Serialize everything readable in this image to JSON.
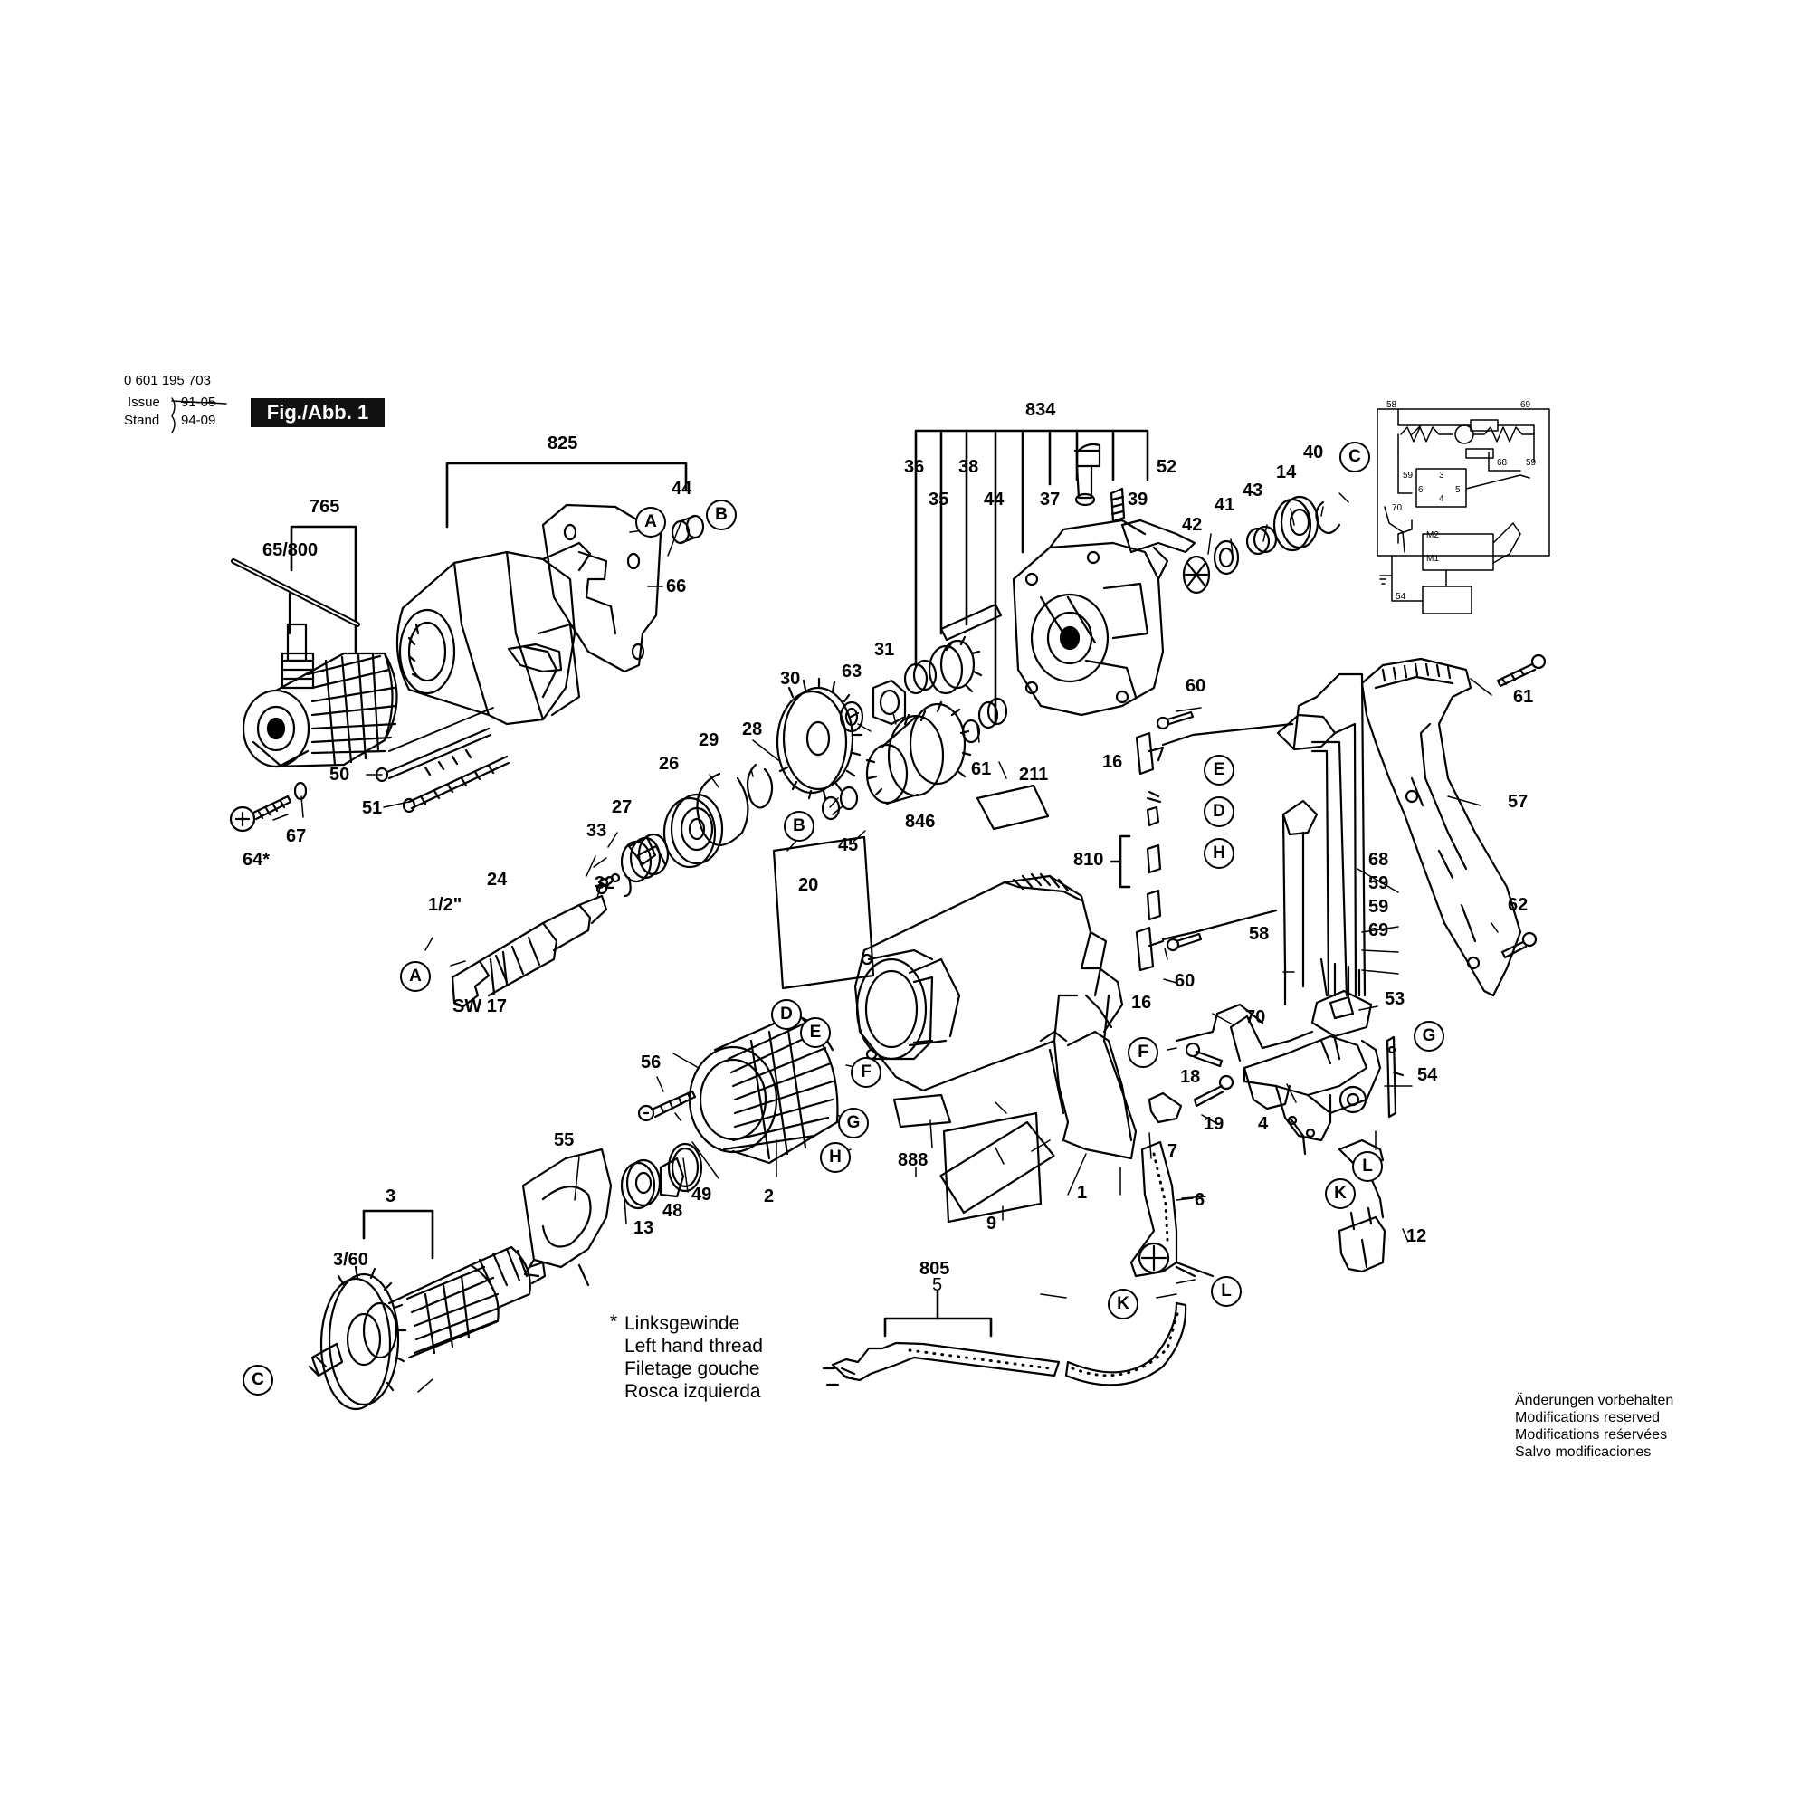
{
  "header": {
    "part_number": "0 601 195 703",
    "issue_label": "Issue",
    "issue_date": "91-05",
    "stand_label": "Stand",
    "stand_date": "94-09",
    "figure_label": "Fig./Abb. 1"
  },
  "labels": {
    "825": "825",
    "44a": "44",
    "765": "765",
    "65_800": "65/800",
    "66": "66",
    "50": "50",
    "51": "51",
    "64": "64*",
    "67": "67",
    "834": "834",
    "36": "36",
    "38": "38",
    "35": "35",
    "44b": "44",
    "37": "37",
    "39": "39",
    "52": "52",
    "42": "42",
    "41": "41",
    "43": "43",
    "14": "14",
    "40": "40",
    "63": "63",
    "31": "31",
    "30": "30",
    "29": "29",
    "28": "28",
    "26": "26",
    "27": "27",
    "33": "33",
    "61a": "61",
    "846": "846",
    "45": "45",
    "24": "24",
    "half": "1/2\"",
    "32": "32",
    "sw17": "SW 17",
    "211": "211",
    "20": "20",
    "60a": "60",
    "16a": "16",
    "810": "810",
    "68": "68",
    "59a": "59",
    "59b": "59",
    "69": "69",
    "58": "58",
    "16b": "16",
    "60b": "60",
    "61b": "61",
    "57": "57",
    "62": "62",
    "53": "53",
    "70": "70",
    "18": "18",
    "19": "19",
    "4": "4",
    "7": "7",
    "54": "54",
    "12": "12",
    "56": "56",
    "55": "55",
    "13": "13",
    "48": "48",
    "49": "49",
    "2": "2",
    "888": "888",
    "9": "9",
    "1": "1",
    "6": "6",
    "3": "3",
    "3_60": "3/60",
    "805": "805",
    "5": "5"
  },
  "callouts": {
    "A1": "A",
    "B1": "B",
    "C1": "C",
    "B2": "B",
    "A2": "A",
    "E1": "E",
    "D1": "D",
    "H1": "H",
    "D2": "D",
    "E2": "E",
    "F1": "F",
    "G1": "G",
    "H2": "H",
    "F2": "F",
    "G2": "G",
    "L1": "L",
    "K1": "K",
    "K2": "K",
    "L2": "L",
    "C2": "C"
  },
  "wiring": {
    "r58": "58",
    "r69": "69",
    "r59a": "59",
    "r68": "68",
    "r59b": "59",
    "r3": "3",
    "r6": "6",
    "r4": "4",
    "r5": "5",
    "r70": "70",
    "m2": "M2",
    "m1": "M1",
    "r54": "54"
  },
  "note_left": {
    "star": "*",
    "line1": "Linksgewinde",
    "line2": "Left hand thread",
    "line3": "Filetage gouche",
    "line4": "Rosca izquierda"
  },
  "note_right": {
    "line1": "Änderungen vorbehalten",
    "line2": "Modifications reserved",
    "line3": "Modifications reśervées",
    "line4": "Salvo modificaciones"
  }
}
